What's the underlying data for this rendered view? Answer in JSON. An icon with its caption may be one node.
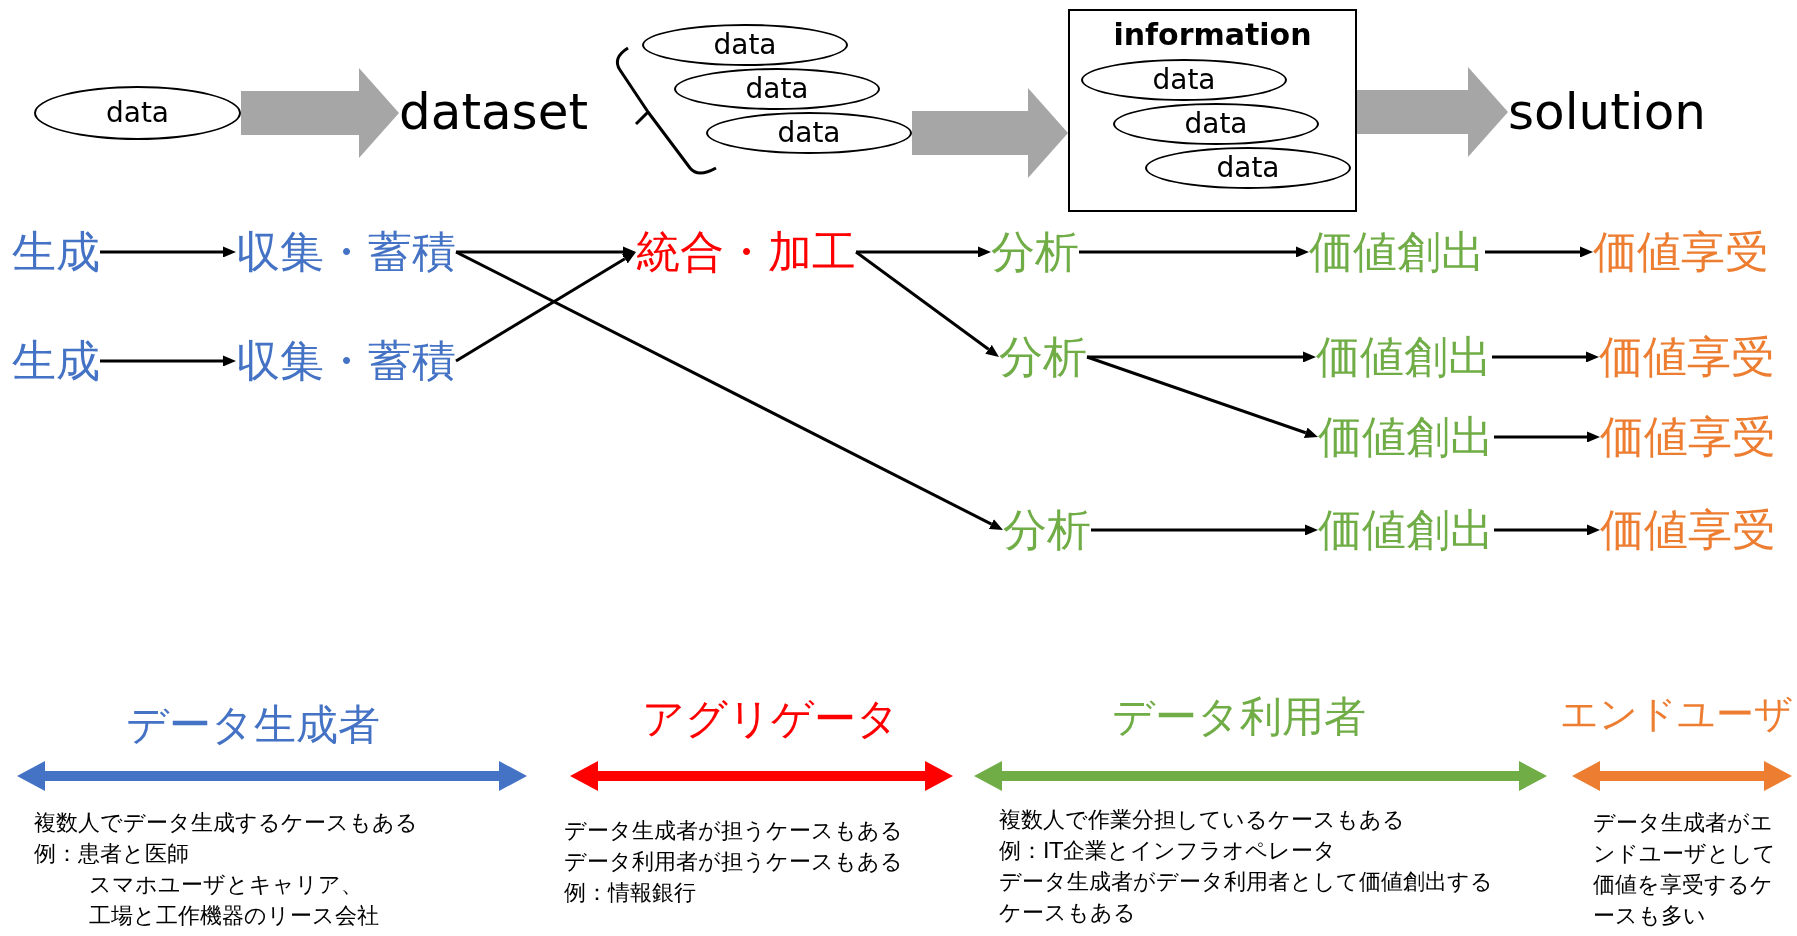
{
  "diagram": {
    "nodes": [
      {
        "text": [
          "data"
        ]
      },
      {
        "text": [
          "dataset"
        ]
      },
      {
        "text": [
          "data"
        ]
      },
      {
        "text": [
          "data"
        ]
      },
      {
        "text": [
          "data"
        ]
      },
      {
        "text": [
          "information"
        ]
      },
      {
        "text": [
          "data"
        ],
        "in": 5
      },
      {
        "text": [
          "data"
        ],
        "in": 5
      },
      {
        "text": [
          "data"
        ],
        "in": 5
      },
      {
        "text": [
          "solution"
        ]
      },
      {
        "text": [
          "生成"
        ]
      },
      {
        "text": [
          "収集・蓄積"
        ]
      },
      {
        "text": [
          "生成"
        ]
      },
      {
        "text": [
          "収集・蓄積"
        ]
      },
      {
        "text": [
          "統合・加工"
        ]
      },
      {
        "text": [
          "分析"
        ]
      },
      {
        "text": [
          "価値創出"
        ]
      },
      {
        "text": [
          "価値享受"
        ]
      },
      {
        "text": [
          "分析"
        ]
      },
      {
        "text": [
          "価値創出"
        ]
      },
      {
        "text": [
          "価値享受"
        ]
      },
      {
        "text": [
          "価値創出"
        ]
      },
      {
        "text": [
          "価値享受"
        ]
      },
      {
        "text": [
          "分析"
        ]
      },
      {
        "text": [
          "価値創出"
        ]
      },
      {
        "text": [
          "価値享受"
        ]
      }
    ],
    "edges": [
      {
        "from": 0,
        "to": 1,
        "arrow": "to",
        "style": "thick",
        "color": "#a6a6a6"
      },
      {
        "from": 4,
        "to": 5,
        "arrow": "to",
        "style": "thick",
        "color": "#a6a6a6"
      },
      {
        "from": 5,
        "to": 9,
        "arrow": "to",
        "style": "thick",
        "color": "#a6a6a6"
      },
      {
        "from": 10,
        "to": 11,
        "arrow": "to"
      },
      {
        "from": 12,
        "to": 13,
        "arrow": "to"
      },
      {
        "from": 11,
        "to": 14,
        "arrow": "to"
      },
      {
        "from": 13,
        "to": 14,
        "arrow": "to"
      },
      {
        "from": 11,
        "to": 23,
        "arrow": "to"
      },
      {
        "from": 14,
        "to": 15,
        "arrow": "to"
      },
      {
        "from": 14,
        "to": 18,
        "arrow": "to"
      },
      {
        "from": 15,
        "to": 16,
        "arrow": "to"
      },
      {
        "from": 16,
        "to": 17,
        "arrow": "to"
      },
      {
        "from": 18,
        "to": 19,
        "arrow": "to"
      },
      {
        "from": 18,
        "to": 21,
        "arrow": "to"
      },
      {
        "from": 19,
        "to": 20,
        "arrow": "to"
      },
      {
        "from": 21,
        "to": 22,
        "arrow": "to"
      },
      {
        "from": 23,
        "to": 24,
        "arrow": "to"
      },
      {
        "from": 24,
        "to": 25,
        "arrow": "to"
      }
    ],
    "labels": [
      "データ生成者",
      "アグリゲータ",
      "データ利用者",
      "エンドユーザ",
      "複数人でデータ生成するケースもある",
      "例：患者と医師",
      "スマホユーザとキャリア、",
      "工場と工作機器のリース会社",
      "データ生成者が担うケースもある",
      "データ利用者が担うケースもある",
      "例：情報銀行",
      "複数人で作業分担しているケースもある",
      "例：IT企業とインフラオペレータ",
      "データ生成者がデータ利用者として価値創出するケースもある",
      "データ生成者がエンドユーザとして価値を享受するケースも多い"
    ]
  }
}
